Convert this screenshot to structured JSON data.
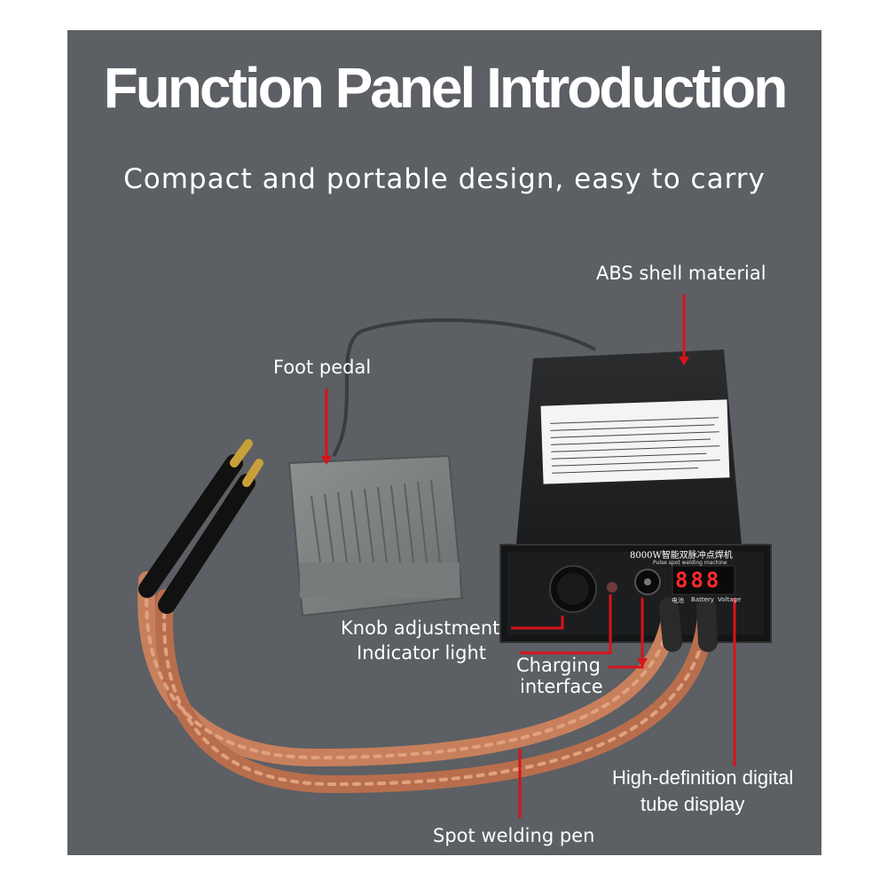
{
  "title": "Function Panel Introduction",
  "subtitle": "Compact and portable design, easy to carry",
  "labels": {
    "abs_shell": "ABS shell material",
    "foot_pedal": "Foot pedal",
    "knob": "Knob adjustment",
    "indicator": "Indicator light",
    "charging_line1": "Charging",
    "charging_line2": "interface",
    "display_line1": "High-definition digital",
    "display_line2": "tube display",
    "pen": "Spot welding pen"
  },
  "device": {
    "model": "8000W智能双脉冲点焊机",
    "model_subtitle": "Pulse spot welding machine",
    "display_value": "888",
    "panel_labels": [
      "电池",
      "Battery",
      "Voltage"
    ]
  },
  "colors": {
    "background": "#5c5f64",
    "callout_line": "#d8131b",
    "display_digits": "#ff2a2a",
    "copper": "#c8805c"
  }
}
